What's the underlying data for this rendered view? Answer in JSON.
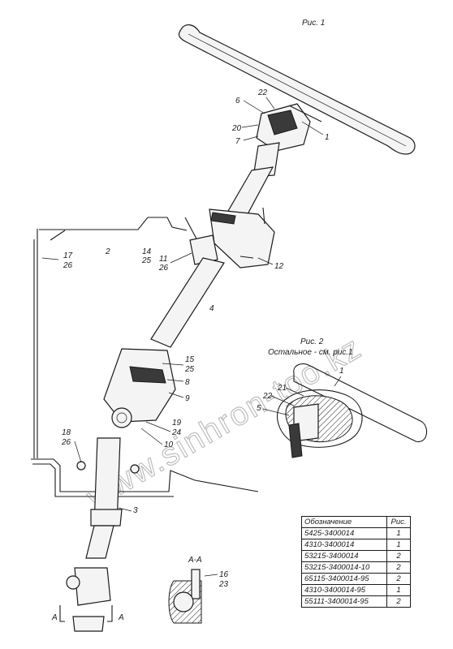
{
  "figure1": {
    "caption": "Рис. 1"
  },
  "figure2": {
    "caption": "Рис. 2",
    "note": "Остальное - см. рис.1"
  },
  "section": {
    "title": "А-А",
    "markers": [
      "А",
      "А"
    ]
  },
  "watermark": "www.sinhron-too.kz",
  "callouts_fig1": [
    "22",
    "6",
    "20",
    "7",
    "1",
    "2",
    "17",
    "26",
    "14",
    "25",
    "11",
    "26",
    "12",
    "4",
    "15",
    "25",
    "8",
    "9",
    "19",
    "24",
    "10",
    "18",
    "26",
    "3"
  ],
  "callouts_fig2": [
    "1",
    "21",
    "22",
    "5"
  ],
  "callouts_section": [
    "16",
    "23"
  ],
  "table": {
    "headers": [
      "Обозначение",
      "Рис."
    ],
    "rows": [
      [
        "5425-3400014",
        "1"
      ],
      [
        "4310-3400014",
        "1"
      ],
      [
        "53215-3400014",
        "2"
      ],
      [
        "53215-3400014-10",
        "2"
      ],
      [
        "65115-3400014-95",
        "2"
      ],
      [
        "4310-3400014-95",
        "1"
      ],
      [
        "55111-3400014-95",
        "2"
      ]
    ]
  }
}
